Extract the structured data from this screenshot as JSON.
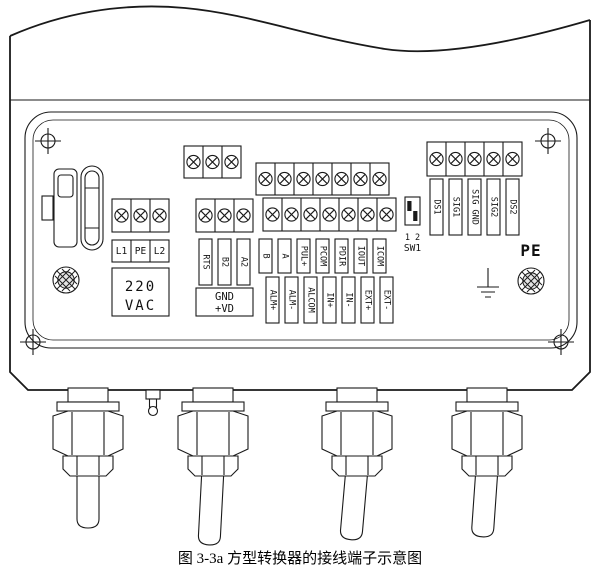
{
  "caption": "图 3-3a 方型转换器的接线端子示意图",
  "colors": {
    "ink": "#1a1a1a",
    "background": "#ffffff",
    "screw_fill": "#e4e4e4"
  },
  "power": {
    "terminals": [
      "L1",
      "PE",
      "L2"
    ],
    "voltage": [
      "220",
      "VAC"
    ]
  },
  "comm": {
    "terminals": [
      "RTS",
      "B2",
      "A2"
    ],
    "aux": [
      "GND",
      "+VD"
    ]
  },
  "io": {
    "upper": [
      "B",
      "A",
      "PUL+",
      "PCOM",
      "PDIR",
      "IOUT",
      "ICOM"
    ],
    "lower": [
      "ALM+",
      "ALM-",
      "ALCOM",
      "IN+",
      "IN-",
      "EXT+",
      "EXT-"
    ]
  },
  "signal": {
    "terminals": [
      "DS1",
      "SIG1",
      "SIG GND",
      "SIG2",
      "DS2"
    ]
  },
  "dip_switch": {
    "positions": "1 2",
    "label": "SW1"
  },
  "ground": {
    "label": "PE"
  }
}
